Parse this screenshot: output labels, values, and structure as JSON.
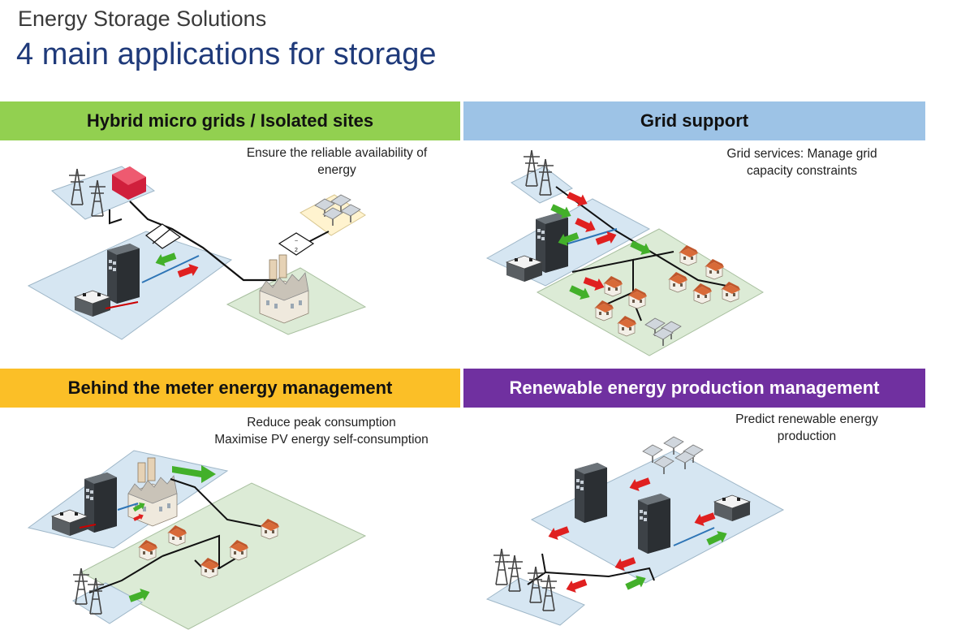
{
  "header": {
    "title": "Energy Storage Solutions",
    "subtitle": "4 main applications for storage"
  },
  "quadrants": [
    {
      "label": "Hybrid micro grids / Isolated sites",
      "color": "#92d050",
      "description": [
        "Ensure the reliable availability of",
        "energy"
      ]
    },
    {
      "label": "Grid support",
      "color": "#9dc3e6",
      "description": [
        "Grid services: Manage grid",
        "capacity constraints"
      ]
    },
    {
      "label": "Behind the meter energy management",
      "color": "#fbbf27",
      "description": [
        "Reduce peak consumption",
        "Maximise PV energy self-consumption"
      ]
    },
    {
      "label": "Renewable energy production management",
      "color": "#7030a0",
      "description": [
        "Predict renewable energy",
        "production"
      ]
    }
  ],
  "diagram_labels": {
    "converter_top": "~",
    "converter_bottom": "2"
  }
}
